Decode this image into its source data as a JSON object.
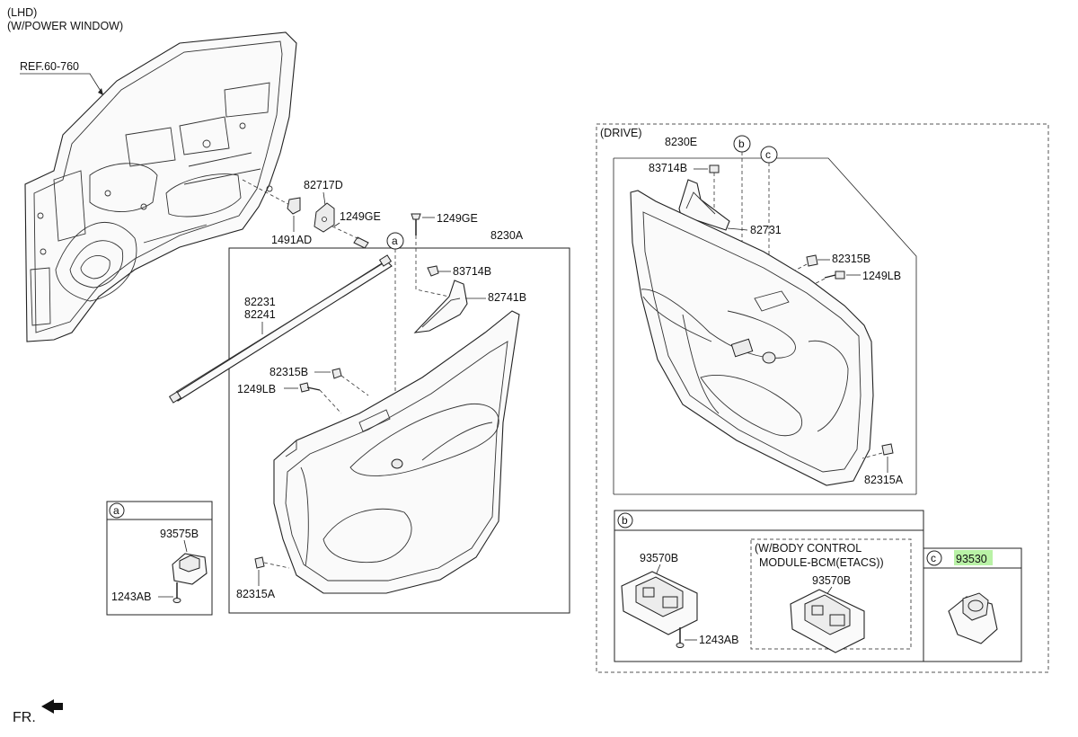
{
  "header": {
    "line1": "(LHD)",
    "line2": "(W/POWER WINDOW)"
  },
  "reference": "REF.60-760",
  "front_indicator": "FR.",
  "main_parts": {
    "p82717D": "82717D",
    "p1249GE_a": "1249GE",
    "p1249GE_b": "1249GE",
    "p1491AD": "1491AD",
    "p8230A": "8230A",
    "p83714B": "83714B",
    "p82741B": "82741B",
    "p82231": "82231",
    "p82241": "82241",
    "p82315B": "82315B",
    "p1249LB": "1249LB",
    "p82315A": "82315A"
  },
  "drive_section": {
    "title": "(DRIVE)",
    "p8230E": "8230E",
    "p83714B": "83714B",
    "p82731": "82731",
    "p82315B": "82315B",
    "p1249LB": "1249LB",
    "p82315A": "82315A"
  },
  "callouts": {
    "a": "a",
    "b": "b",
    "c": "c"
  },
  "detail_a": {
    "p93575B": "93575B",
    "p1243AB": "1243AB"
  },
  "detail_b": {
    "p93570B": "93570B",
    "p1243AB": "1243AB",
    "note_line1": "(W/BODY CONTROL",
    "note_line2": "MODULE-BCM(ETACS))",
    "p93570B_bcm": "93570B"
  },
  "detail_c": {
    "p93530": "93530",
    "highlight_color": "#b9f2a6"
  }
}
